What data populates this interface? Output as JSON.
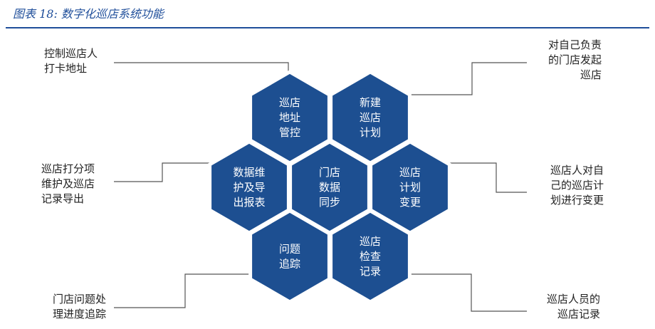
{
  "figure_title": "图表 18:  数字化巡店系统功能",
  "hexagons": [
    {
      "id": "address",
      "lines": [
        "巡店",
        "地址",
        "管控"
      ]
    },
    {
      "id": "new-plan",
      "lines": [
        "新建",
        "巡店",
        "计划"
      ]
    },
    {
      "id": "data-maintenance",
      "lines": [
        "数据维",
        "护及导",
        "出报表"
      ]
    },
    {
      "id": "data-sync",
      "lines": [
        "门店",
        "数据",
        "同步"
      ]
    },
    {
      "id": "plan-change",
      "lines": [
        "巡店",
        "计划",
        "变更"
      ]
    },
    {
      "id": "issue-tracking",
      "lines": [
        "问题",
        "追踪"
      ]
    },
    {
      "id": "inspection-record",
      "lines": [
        "巡店",
        "检查",
        "记录"
      ]
    }
  ],
  "callouts": [
    {
      "id": "checkin-address",
      "lines": [
        "控制巡店人",
        "打卡地址"
      ]
    },
    {
      "id": "own-store-inspection",
      "lines": [
        "对自己负责",
        "的门店发起",
        "巡店"
      ]
    },
    {
      "id": "scoring-export",
      "lines": [
        "巡店打分项",
        "维护及巡店",
        "记录导出"
      ]
    },
    {
      "id": "personal-plan-change",
      "lines": [
        "巡店人对自",
        "己的巡店计",
        "划进行变更"
      ]
    },
    {
      "id": "issue-progress",
      "lines": [
        "门店问题处",
        "理进度追踪"
      ]
    },
    {
      "id": "staff-records",
      "lines": [
        "巡店人员的",
        "巡店记录"
      ]
    }
  ]
}
